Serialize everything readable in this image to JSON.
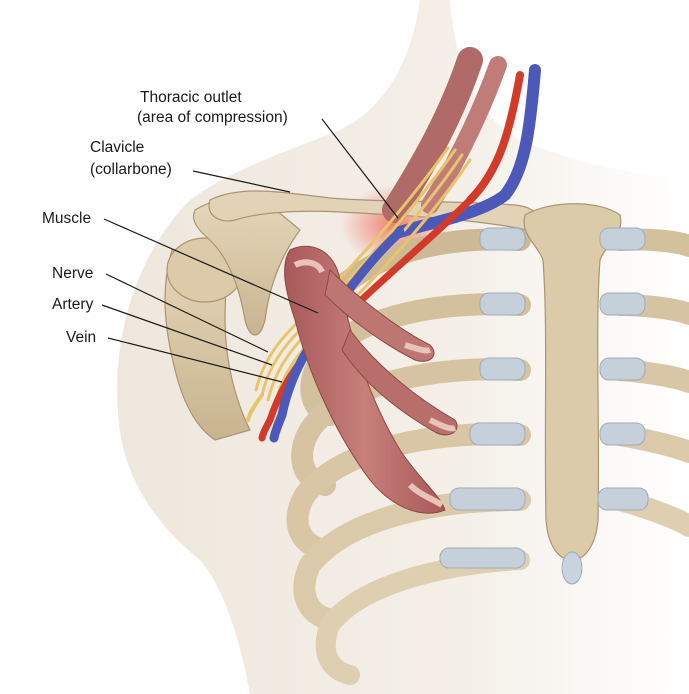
{
  "labels": {
    "thoracic_outlet_line1": "Thoracic outlet",
    "thoracic_outlet_line2": "(area of compression)",
    "clavicle_line1": "Clavicle",
    "clavicle_line2": "(collarbone)",
    "muscle": "Muscle",
    "nerve": "Nerve",
    "artery": "Artery",
    "vein": "Vein"
  },
  "colors": {
    "skin": "#f1ebe3",
    "bone": "#d9c7a6",
    "bone_shadow": "#bda981",
    "cartilage": "#c9d3dd",
    "muscle": "#b96a66",
    "muscle_light": "#e3b7ae",
    "nerve": "#e8c46a",
    "artery": "#d23a2a",
    "vein": "#4d59b8",
    "compression_glow": "#f08a7a"
  }
}
